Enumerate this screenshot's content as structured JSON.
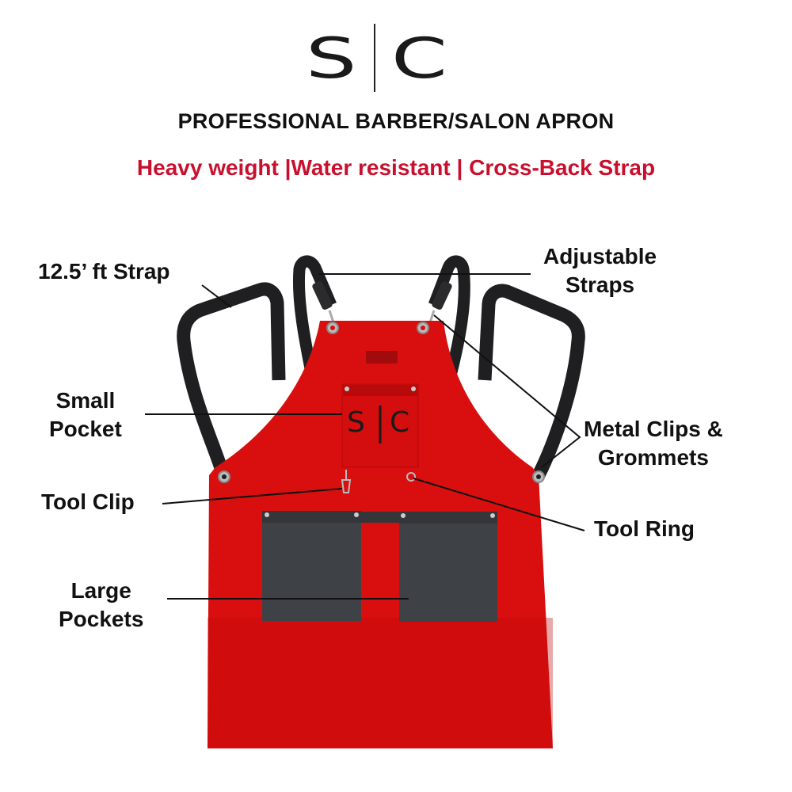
{
  "brand": {
    "logo_left": "S",
    "logo_right": "C"
  },
  "header": {
    "title": "PROFESSIONAL BARBER/SALON APRON",
    "subtitle": "Heavy weight |Water resistant | Cross-Back Strap"
  },
  "colors": {
    "apron_red": "#d90f0f",
    "strap_black": "#1f1f22",
    "pocket_gray": "#3e4146",
    "subtitle_red": "#c8102e",
    "text_black": "#111111"
  },
  "callouts": {
    "strap_length": "12.5’ ft Strap",
    "adjustable_straps_line1": "Adjustable",
    "adjustable_straps_line2": "Straps",
    "small_pocket_line1": "Small",
    "small_pocket_line2": "Pocket",
    "metal_clips_line1": "Metal Clips &",
    "metal_clips_line2": "Grommets",
    "tool_clip": "Tool Clip",
    "tool_ring": "Tool Ring",
    "large_pockets_line1": "Large",
    "large_pockets_line2": "Pockets"
  },
  "pocket_logo": {
    "left": "S",
    "right": "C"
  }
}
